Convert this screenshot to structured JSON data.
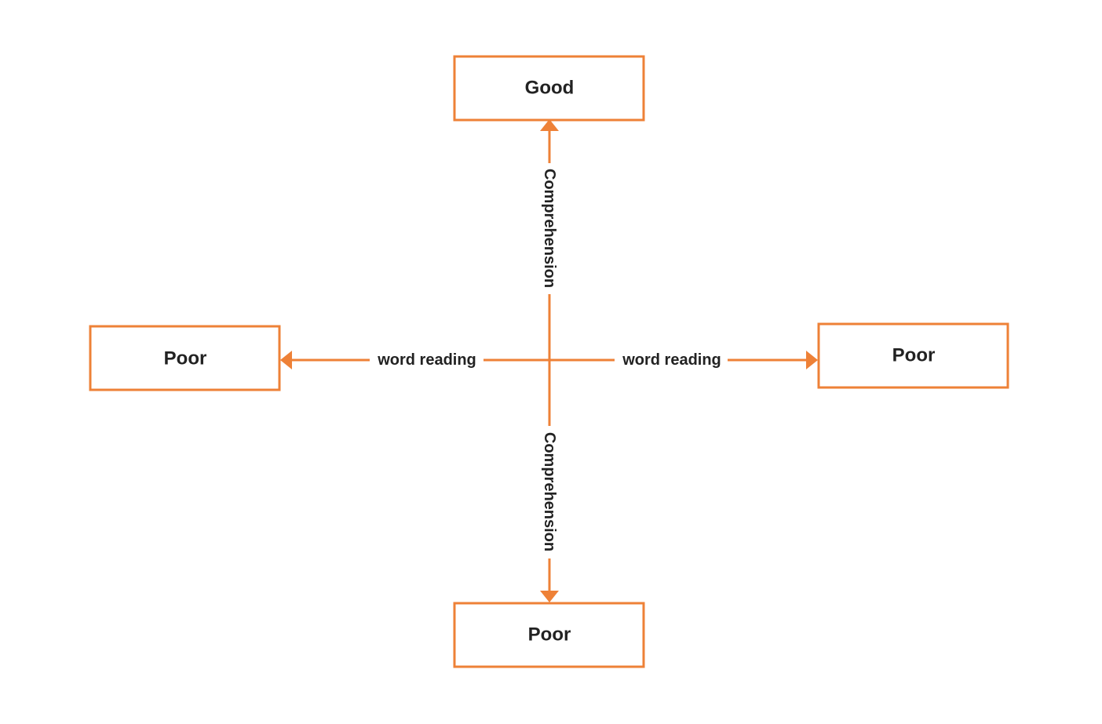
{
  "colors": {
    "accent": "#ee8137",
    "text": "#222222",
    "background": "#ffffff"
  },
  "diagram": {
    "top_box": {
      "label": "Good"
    },
    "left_box": {
      "label": "Poor"
    },
    "right_box": {
      "label": "Poor"
    },
    "bottom_box": {
      "label": "Poor"
    },
    "axis_up_label": "Comprehension",
    "axis_down_label": "Comprehension",
    "axis_left_label": "word reading",
    "axis_right_label": "word reading"
  }
}
